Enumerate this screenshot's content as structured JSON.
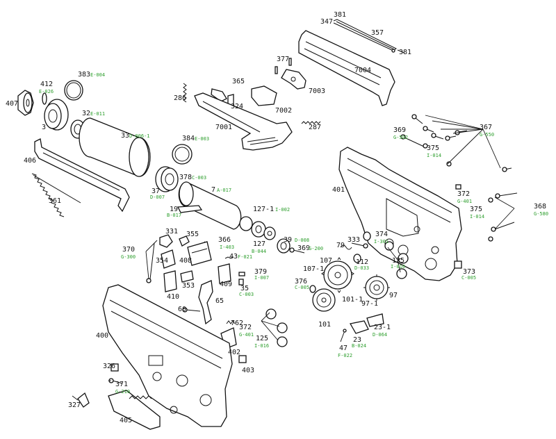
{
  "colors": {
    "line": "#111111",
    "code": "#2a9d2a",
    "background": "#ffffff"
  },
  "callouts": [
    {
      "id": "p381a",
      "num": "381",
      "code": ""
    },
    {
      "id": "p347",
      "num": "347",
      "code": ""
    },
    {
      "id": "p357",
      "num": "357",
      "code": ""
    },
    {
      "id": "p381b",
      "num": "381",
      "code": ""
    },
    {
      "id": "p377",
      "num": "377",
      "code": ""
    },
    {
      "id": "p7004",
      "num": "7004",
      "code": ""
    },
    {
      "id": "p383",
      "num": "383",
      "code": "E-004"
    },
    {
      "id": "p412",
      "num": "412",
      "code": "E-026"
    },
    {
      "id": "p407",
      "num": "407",
      "code": ""
    },
    {
      "id": "p32",
      "num": "32",
      "code": "E-011"
    },
    {
      "id": "p33",
      "num": "33",
      "code": "D-006-1"
    },
    {
      "id": "p3",
      "num": "3",
      "code": ""
    },
    {
      "id": "p365",
      "num": "365",
      "code": ""
    },
    {
      "id": "p286",
      "num": "286",
      "code": ""
    },
    {
      "id": "p324",
      "num": "324",
      "code": ""
    },
    {
      "id": "p7003",
      "num": "7003",
      "code": ""
    },
    {
      "id": "p7002",
      "num": "7002",
      "code": ""
    },
    {
      "id": "p7001",
      "num": "7001",
      "code": ""
    },
    {
      "id": "p287",
      "num": "287",
      "code": ""
    },
    {
      "id": "p384",
      "num": "384",
      "code": "E-003"
    },
    {
      "id": "p406",
      "num": "406",
      "code": ""
    },
    {
      "id": "p37",
      "num": "37",
      "code": "D-007"
    },
    {
      "id": "p378",
      "num": "378",
      "code": "C-003"
    },
    {
      "id": "p7",
      "num": "7",
      "code": "A-017"
    },
    {
      "id": "p361",
      "num": "361",
      "code": ""
    },
    {
      "id": "p19",
      "num": "19",
      "code": "B-017"
    },
    {
      "id": "p1271",
      "num": "127-1",
      "code": "I-002"
    },
    {
      "id": "p369a",
      "num": "369",
      "code": "G-502"
    },
    {
      "id": "p375a",
      "num": "375",
      "code": "I-014"
    },
    {
      "id": "p367",
      "num": "367",
      "code": "G-550"
    },
    {
      "id": "p401",
      "num": "401",
      "code": ""
    },
    {
      "id": "p372a",
      "num": "372",
      "code": "G-401"
    },
    {
      "id": "p375b",
      "num": "375",
      "code": "I-014"
    },
    {
      "id": "p368",
      "num": "368",
      "code": "G-580"
    },
    {
      "id": "p331",
      "num": "331",
      "code": ""
    },
    {
      "id": "p355",
      "num": "355",
      "code": ""
    },
    {
      "id": "p366",
      "num": "366",
      "code": "I-403"
    },
    {
      "id": "p127",
      "num": "127",
      "code": "B-044"
    },
    {
      "id": "p39",
      "num": "39",
      "code": "D-008"
    },
    {
      "id": "p369b",
      "num": "369",
      "code": "G-200"
    },
    {
      "id": "p370",
      "num": "370",
      "code": "G-300"
    },
    {
      "id": "p354",
      "num": "354",
      "code": ""
    },
    {
      "id": "p408",
      "num": "408",
      "code": ""
    },
    {
      "id": "p43",
      "num": "43",
      "code": "F-021"
    },
    {
      "id": "p379",
      "num": "379",
      "code": "I-007"
    },
    {
      "id": "p353",
      "num": "353",
      "code": ""
    },
    {
      "id": "p409",
      "num": "409",
      "code": ""
    },
    {
      "id": "p35",
      "num": "35",
      "code": "C-003"
    },
    {
      "id": "p410",
      "num": "410",
      "code": ""
    },
    {
      "id": "p65",
      "num": "65",
      "code": ""
    },
    {
      "id": "p60",
      "num": "60",
      "code": ""
    },
    {
      "id": "p79",
      "num": "79",
      "code": ""
    },
    {
      "id": "p333",
      "num": "333",
      "code": ""
    },
    {
      "id": "p374",
      "num": "374",
      "code": "I-301"
    },
    {
      "id": "p1071",
      "num": "107-1",
      "code": ""
    },
    {
      "id": "p107",
      "num": "107",
      "code": ""
    },
    {
      "id": "p112",
      "num": "112",
      "code": "D-033"
    },
    {
      "id": "p125a",
      "num": "125",
      "code": "I-016"
    },
    {
      "id": "p373",
      "num": "373",
      "code": "C-005"
    },
    {
      "id": "p376",
      "num": "376",
      "code": "C-005"
    },
    {
      "id": "p1011",
      "num": "101-1",
      "code": ""
    },
    {
      "id": "p97",
      "num": "97",
      "code": ""
    },
    {
      "id": "p971",
      "num": "97-1",
      "code": ""
    },
    {
      "id": "p101",
      "num": "101",
      "code": ""
    },
    {
      "id": "p762",
      "num": "762",
      "code": ""
    },
    {
      "id": "p372b",
      "num": "372",
      "code": "G-401"
    },
    {
      "id": "p125b",
      "num": "125",
      "code": "I-016"
    },
    {
      "id": "p231",
      "num": "23-1",
      "code": "D-064"
    },
    {
      "id": "p23",
      "num": "23",
      "code": "B-024"
    },
    {
      "id": "p47",
      "num": "47",
      "code": "F-022"
    },
    {
      "id": "p400",
      "num": "400",
      "code": ""
    },
    {
      "id": "p402",
      "num": "402",
      "code": ""
    },
    {
      "id": "p403",
      "num": "403",
      "code": ""
    },
    {
      "id": "p326",
      "num": "326",
      "code": ""
    },
    {
      "id": "p371",
      "num": "371",
      "code": "G-210"
    },
    {
      "id": "p327",
      "num": "327",
      "code": ""
    },
    {
      "id": "p405",
      "num": "405",
      "code": ""
    }
  ]
}
